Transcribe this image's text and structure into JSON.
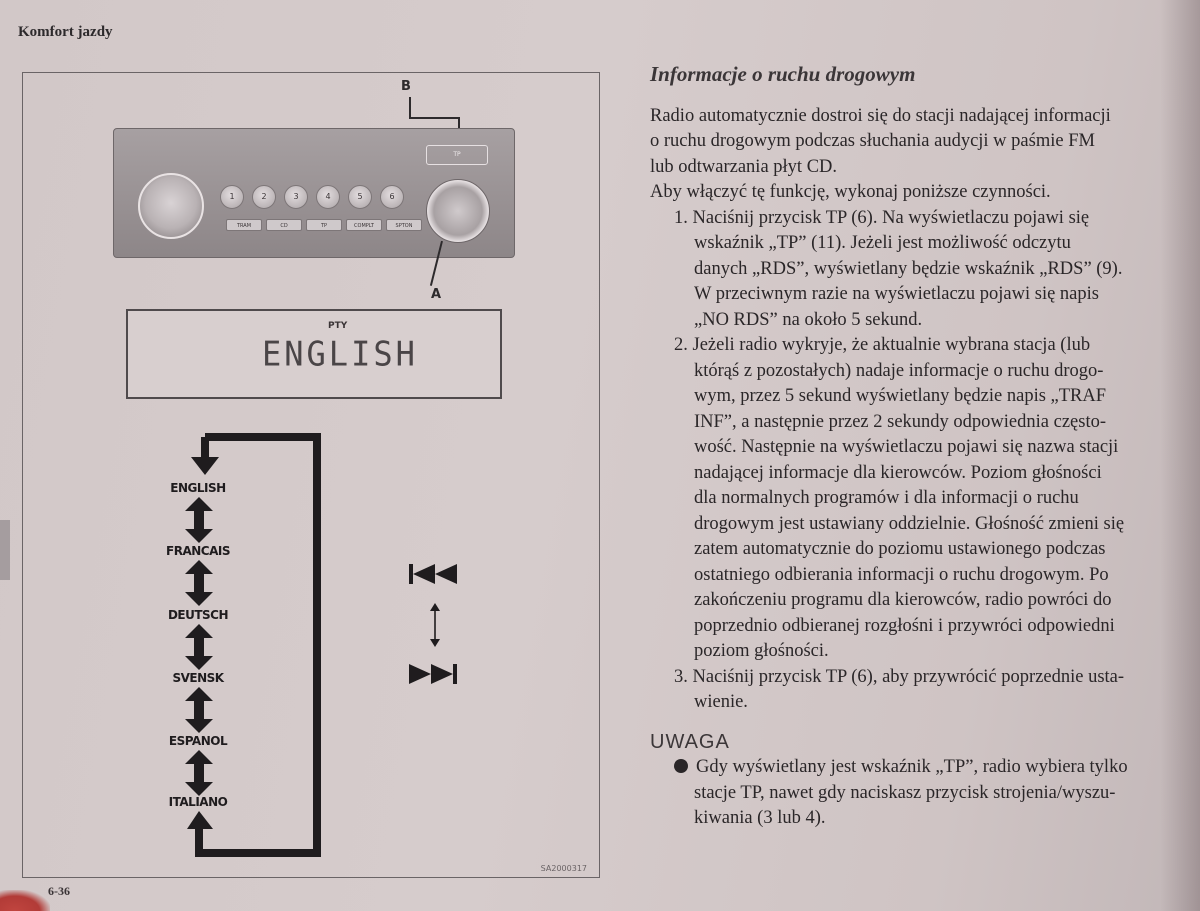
{
  "header": {
    "section": "Komfort jazdy",
    "page_number": "6-36"
  },
  "figure": {
    "label_A": "A",
    "label_B": "B",
    "radio": {
      "tp_button": "TP",
      "presets": [
        "1",
        "2",
        "3",
        "4",
        "5",
        "6"
      ],
      "small_buttons": [
        "TRAM",
        "CD",
        "TP",
        "COMPLT",
        "SPTON"
      ]
    },
    "lcd": {
      "indicator": "PTY",
      "text": "ENGLISH"
    },
    "languages": [
      "ENGLISH",
      "FRANCAIS",
      "DEUTSCH",
      "SVENSK",
      "ESPANOL",
      "ITALIANO"
    ],
    "seek_icons": [
      "previous-track-icon",
      "up-down-arrow-icon",
      "next-track-icon"
    ],
    "code": "SA2000317"
  },
  "article": {
    "title": "Informacje o ruchu drogowym",
    "intro": [
      "Radio automatycznie dostroi się do stacji nadającej informacji",
      "o ruchu drogowym podczas słuchania audycji w paśmie FM",
      "lub odtwarzania płyt CD.",
      "Aby włączyć tę funkcję, wykonaj poniższe czynności."
    ],
    "steps": [
      {
        "number": "1.",
        "lines": [
          "Naciśnij przycisk TP (6). Na wyświetlaczu pojawi się",
          "wskaźnik „TP” (11). Jeżeli jest możliwość odczytu",
          "danych „RDS”, wyświetlany będzie wskaźnik „RDS” (9).",
          "W przeciwnym razie na wyświetlaczu pojawi się napis",
          "„NO RDS” na około 5 sekund."
        ]
      },
      {
        "number": "2.",
        "lines": [
          "Jeżeli radio wykryje, że aktualnie wybrana stacja (lub",
          "którąś z pozostałych) nadaje informacje o ruchu drogo-",
          "wym, przez 5 sekund wyświetlany będzie napis „TRAF",
          "INF”, a następnie przez 2 sekundy odpowiednia często-",
          "wość. Następnie na wyświetlaczu pojawi się nazwa stacji",
          "nadającej informacje dla kierowców. Poziom głośności",
          "dla normalnych programów i dla informacji o ruchu",
          "drogowym jest ustawiany oddzielnie. Głośność zmieni się",
          "zatem automatycznie do poziomu ustawionego podczas",
          "ostatniego odbierania informacji o ruchu drogowym. Po",
          "zakończeniu programu dla kierowców, radio powróci do",
          "poprzednio odbieranej rozgłośni i przywróci odpowiedni",
          "poziom głośności."
        ]
      },
      {
        "number": "3.",
        "lines": [
          "Naciśnij przycisk TP (6), aby przywrócić poprzednie usta-",
          "wienie."
        ]
      }
    ],
    "note_title": "UWAGA",
    "note_lines": [
      "Gdy wyświetlany jest wskaźnik „TP”, radio wybiera tylko",
      "stacje TP, nawet gdy naciskasz przycisk strojenia/wyszu-",
      "kiwania (3 lub 4)."
    ]
  }
}
